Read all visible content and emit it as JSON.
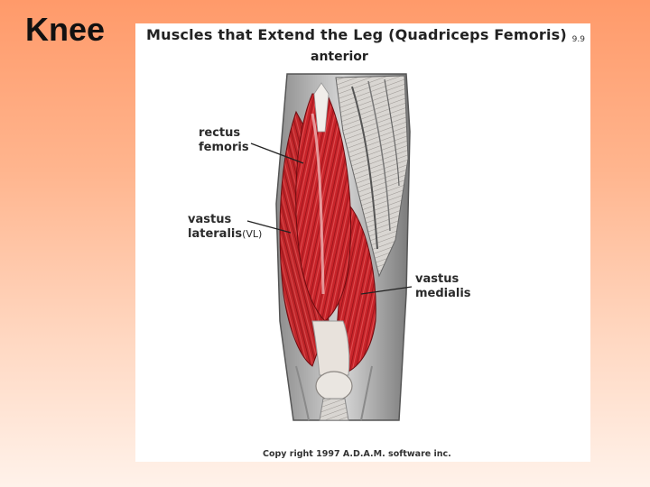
{
  "slide": {
    "title": "Knee"
  },
  "figure": {
    "title": "Muscles that Extend the Leg (Quadriceps Femoris)",
    "number": "9.9",
    "view": "anterior",
    "labels": {
      "rectus_femoris": [
        "rectus",
        "femoris"
      ],
      "vastus_lateralis": [
        "vastus",
        "lateralis",
        "(VL)"
      ],
      "vastus_medialis": [
        "vastus",
        "medialis"
      ]
    },
    "credit": "Copy right 1997 A.D.A.M. software inc."
  },
  "colors": {
    "background_top": "#ff9a6a",
    "background_bottom": "#fff2ea",
    "muscle_red": "#c8242a",
    "tendon": "#e8e2dc"
  }
}
